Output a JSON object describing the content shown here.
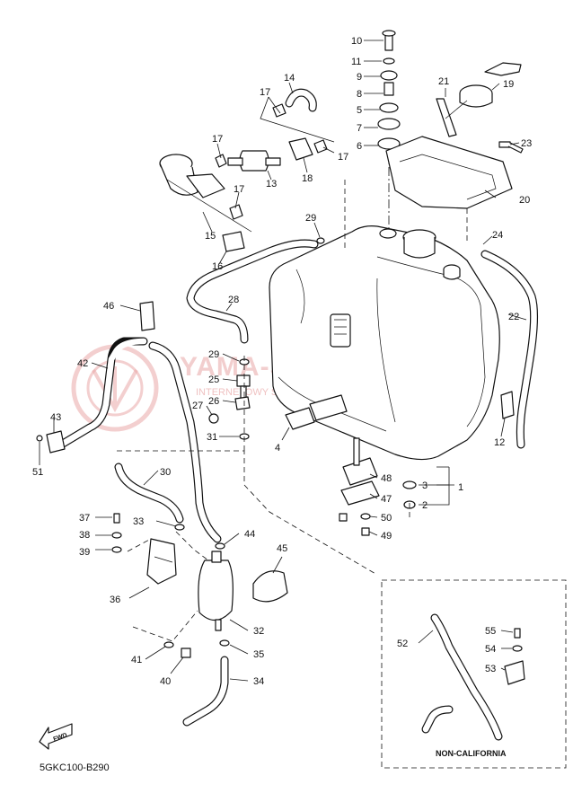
{
  "diagram_code": "5GKC100-B290",
  "box_label": "NON-CALIFORNIA",
  "fwd_label": "FWD",
  "watermark": {
    "title": "YAMA-SKLEP.PL",
    "subtitle": "INTERNETOWY SKLEP CHODZĄCY DEALER YAMAHA"
  },
  "callouts": [
    "10",
    "11",
    "9",
    "8",
    "5",
    "7",
    "6",
    "14",
    "17",
    "17",
    "17",
    "13",
    "18",
    "17",
    "15",
    "16",
    "19",
    "21",
    "23",
    "20",
    "29",
    "24",
    "22",
    "28",
    "46",
    "42",
    "43",
    "51",
    "29",
    "25",
    "26",
    "27",
    "31",
    "4",
    "12",
    "30",
    "48",
    "47",
    "3",
    "1",
    "2",
    "50",
    "49",
    "37",
    "38",
    "39",
    "33",
    "44",
    "45",
    "36",
    "32",
    "41",
    "40",
    "35",
    "34",
    "52",
    "55",
    "54",
    "53"
  ],
  "colors": {
    "line": "#111111",
    "watermark": "#e9a7a7"
  }
}
